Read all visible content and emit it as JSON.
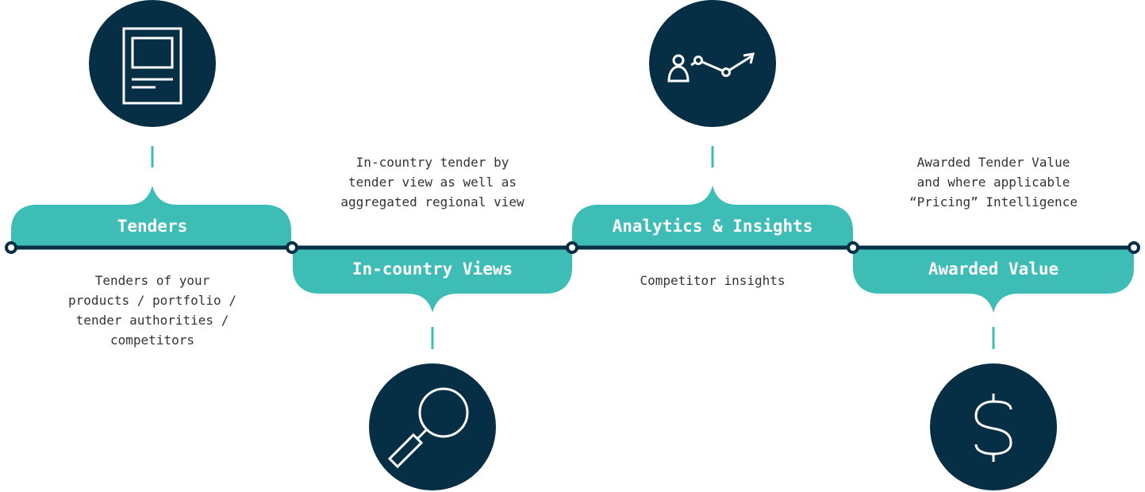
{
  "colors": {
    "navy": "#062f45",
    "teal": "#3dbdb5",
    "text": "#333333",
    "white": "#ffffff"
  },
  "stages": [
    {
      "title": "Tenders",
      "icon": "document-icon",
      "description": [
        "Tenders of your",
        "products / portfolio /",
        "tender authorities /",
        "competitors"
      ]
    },
    {
      "title": "In-country Views",
      "icon": "magnifier-icon",
      "description": [
        "In-country tender by",
        "tender view as well as",
        "aggregated regional view"
      ]
    },
    {
      "title": "Analytics & Insights",
      "icon": "analytics-trend-icon",
      "description": [
        "Competitor insights"
      ]
    },
    {
      "title": "Awarded Value",
      "icon": "dollar-icon",
      "description": [
        "Awarded Tender Value",
        "and where applicable",
        "“Pricing” Intelligence"
      ]
    }
  ]
}
